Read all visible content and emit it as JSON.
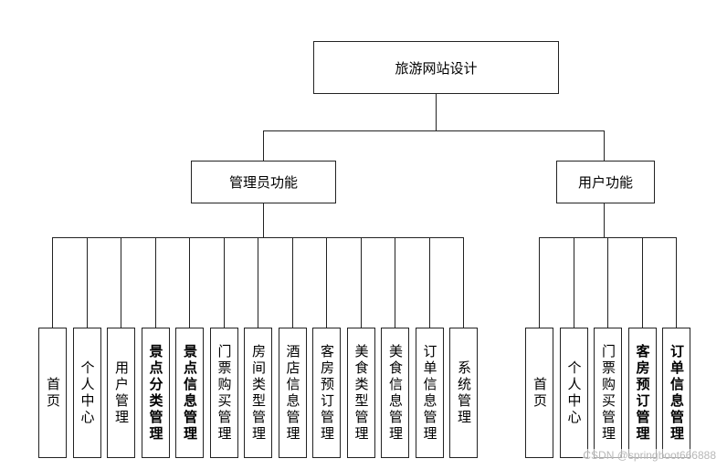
{
  "root": "旅游网站设计",
  "admin": {
    "title": "管理员功能",
    "items": [
      "首页",
      "个人中心",
      "用户管理",
      "景点分类管理",
      "景点信息管理",
      "门票购买管理",
      "房间类型管理",
      "酒店信息管理",
      "客房预订管理",
      "美食类型管理",
      "美食信息管理",
      "订单信息管理",
      "系统管理"
    ]
  },
  "user": {
    "title": "用户功能",
    "items": [
      "首页",
      "个人中心",
      "门票购买管理",
      "客房预订管理",
      "订单信息管理"
    ]
  },
  "watermark": "CSDN @springboot666888"
}
